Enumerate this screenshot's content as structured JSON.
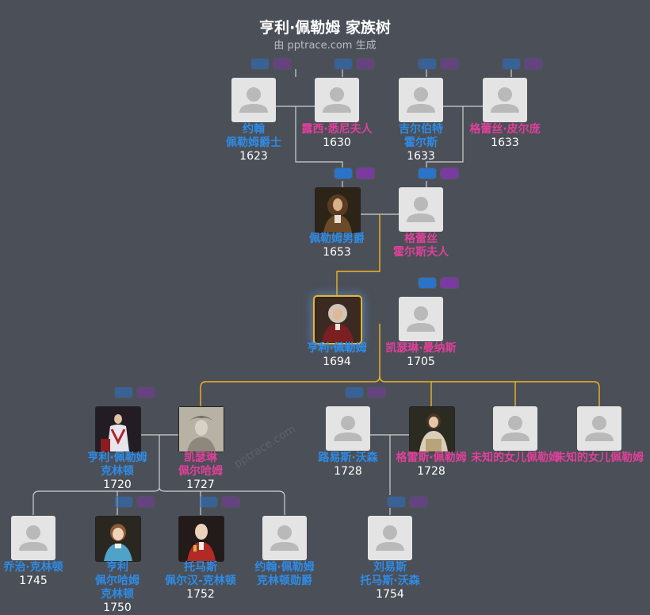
{
  "title": "亨利·佩勒姆 家族树",
  "subtitle": "由 pptrace.com 生成",
  "watermark": "pptrace.com",
  "colors": {
    "background": "#4b4f57",
    "male": "#2e8ce8",
    "female": "#e0409a",
    "ancestor_line": "#f0b429",
    "line": "#d0d0d0"
  },
  "persons": {
    "p1": {
      "name": "约翰\n佩勒姆爵士",
      "year": "1623",
      "sex": "m"
    },
    "p2": {
      "name": "露西·悉尼夫人",
      "year": "1630",
      "sex": "f"
    },
    "p3": {
      "name": "吉尔伯特\n霍尔斯",
      "year": "1633",
      "sex": "m"
    },
    "p4": {
      "name": "格蕾丝·皮尔庞",
      "year": "1633",
      "sex": "f"
    },
    "p5": {
      "name": "佩勒姆男爵",
      "year": "1653",
      "sex": "m"
    },
    "p6": {
      "name": "格蕾丝\n霍尔斯夫人",
      "year": "",
      "sex": "f"
    },
    "p7": {
      "name": "亨利·佩勒姆",
      "year": "1694",
      "sex": "m"
    },
    "p8": {
      "name": "凯瑟琳·曼纳斯",
      "year": "1705",
      "sex": "f"
    },
    "p9": {
      "name": "亨利·佩勒姆\n克林顿",
      "year": "1720",
      "sex": "m"
    },
    "p10": {
      "name": "凯瑟琳\n佩尔哈姆",
      "year": "1727",
      "sex": "f"
    },
    "p11": {
      "name": "路易斯·沃森",
      "year": "1728",
      "sex": "m"
    },
    "p12": {
      "name": "格雷斯·佩勒姆",
      "year": "1728",
      "sex": "f"
    },
    "p13": {
      "name": "未知的女儿佩勒姆",
      "year": "",
      "sex": "f"
    },
    "p14": {
      "name": "未知的女儿佩勒姆",
      "year": "",
      "sex": "f"
    },
    "p15": {
      "name": "乔治·克林顿",
      "year": "1745",
      "sex": "m"
    },
    "p16": {
      "name": "亨利\n佩尔哈姆\n克林顿",
      "year": "1750",
      "sex": "m"
    },
    "p17": {
      "name": "托马斯\n佩尔汉-克林顿",
      "year": "1752",
      "sex": "m"
    },
    "p18": {
      "name": "约翰·佩勒姆\n克林顿勋爵",
      "year": "",
      "sex": "m"
    },
    "p19": {
      "name": "刘易斯\n托马斯·沃森",
      "year": "1754",
      "sex": "m"
    }
  }
}
